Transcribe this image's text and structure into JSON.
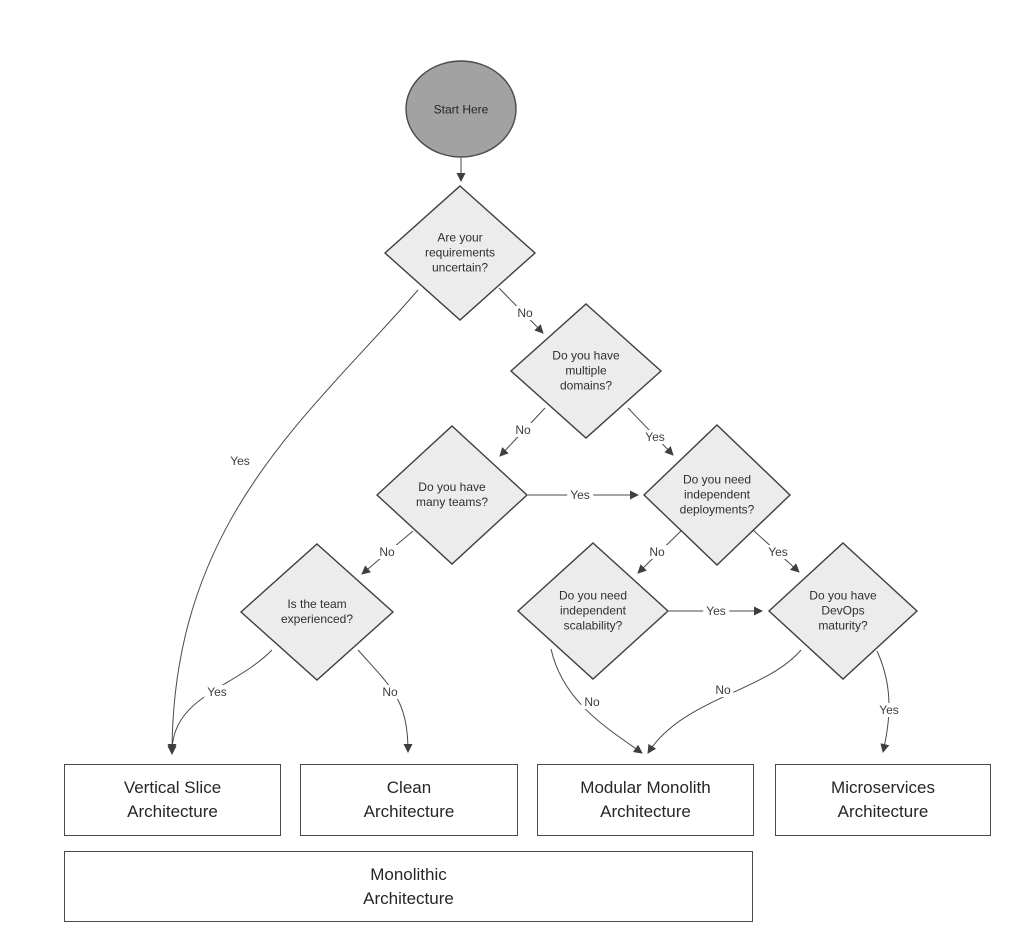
{
  "diagram": {
    "type": "decision-flowchart",
    "topic": "Software architecture selection"
  },
  "colors": {
    "background": "#ffffff",
    "decision_fill": "#ececec",
    "start_fill": "#a2a2a2",
    "shape_stroke": "#3f3f3f",
    "edge_stroke": "#4a4a4a",
    "text": "#2f2f2f"
  },
  "nodes": {
    "start": {
      "label": "Start Here"
    },
    "q_requirements": {
      "label": "Are your\nrequirements\nuncertain?"
    },
    "q_domains": {
      "label": "Do you have\nmultiple\ndomains?"
    },
    "q_teams": {
      "label": "Do you have\nmany teams?"
    },
    "q_deployments": {
      "label": "Do you need\nindependent\ndeployments?"
    },
    "q_experienced": {
      "label": "Is the team\nexperienced?"
    },
    "q_scalability": {
      "label": "Do you need\nindependent\nscalability?"
    },
    "q_devops": {
      "label": "Do you have\nDevOps\nmaturity?"
    }
  },
  "results": {
    "vertical_slice": {
      "label": "Vertical Slice\nArchitecture"
    },
    "clean": {
      "label": "Clean\nArchitecture"
    },
    "modular_monolith": {
      "label": "Modular Monolith\nArchitecture"
    },
    "microservices": {
      "label": "Microservices\nArchitecture"
    },
    "monolithic": {
      "label": "Monolithic\nArchitecture"
    }
  },
  "edges": [
    {
      "from": "start",
      "to": "q_requirements",
      "label": ""
    },
    {
      "from": "q_requirements",
      "to": "q_domains",
      "label": "No"
    },
    {
      "from": "q_requirements",
      "to": "vertical_slice",
      "label": "Yes"
    },
    {
      "from": "q_domains",
      "to": "q_teams",
      "label": "No"
    },
    {
      "from": "q_domains",
      "to": "q_deployments",
      "label": "Yes"
    },
    {
      "from": "q_teams",
      "to": "q_deployments",
      "label": "Yes"
    },
    {
      "from": "q_teams",
      "to": "q_experienced",
      "label": "No"
    },
    {
      "from": "q_deployments",
      "to": "q_scalability",
      "label": "No"
    },
    {
      "from": "q_deployments",
      "to": "q_devops",
      "label": "Yes"
    },
    {
      "from": "q_scalability",
      "to": "q_devops",
      "label": "Yes"
    },
    {
      "from": "q_experienced",
      "to": "vertical_slice",
      "label": "Yes"
    },
    {
      "from": "q_experienced",
      "to": "clean",
      "label": "No"
    },
    {
      "from": "q_scalability",
      "to": "modular_monolith",
      "label": "No"
    },
    {
      "from": "q_devops",
      "to": "modular_monolith",
      "label": "No"
    },
    {
      "from": "q_devops",
      "to": "microservices",
      "label": "Yes"
    }
  ]
}
